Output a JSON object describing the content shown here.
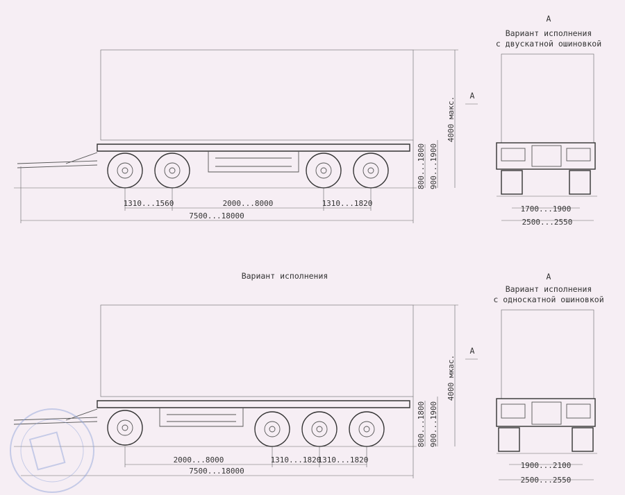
{
  "labels": {
    "view_a": "А",
    "variant": "Вариант исполнения",
    "variant_dual_line1": "Вариант исполнения",
    "variant_dual_line2": "с двускатной ошиновкой",
    "variant_single_line1": "Вариант исполнения",
    "variant_single_line2": "с односкатной ошиновкой",
    "height_max": "4000 макс."
  },
  "top_side": {
    "axle_front": "1310...1560",
    "wheelbase": "2000...8000",
    "axle_rear": "1310...1820",
    "length": "7500...18000",
    "h_frame": "800...1800",
    "h_platform": "900...1900",
    "h_max": "4000 макс."
  },
  "top_rear": {
    "track": "1700...1900",
    "width": "2500...2550"
  },
  "bottom_side": {
    "wheelbase": "2000...8000",
    "axle_a": "1310...1820",
    "axle_b": "1310...1820",
    "length": "7500...18000",
    "h_frame": "800...1800",
    "h_platform": "900...1900",
    "h_max": "4000 мкас."
  },
  "bottom_rear": {
    "track": "1900...2100",
    "width": "2500...2550"
  },
  "colors": {
    "paper": "#f6eef4",
    "line": "#555555",
    "stamp": "#8aa0d8"
  }
}
